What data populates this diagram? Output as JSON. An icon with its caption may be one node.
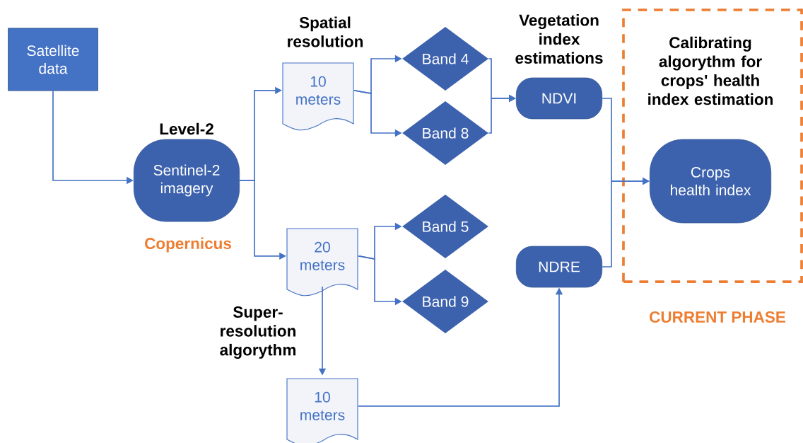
{
  "diagram": {
    "nodes": [
      {
        "text": [
          "Satellite data"
        ]
      },
      {
        "text": [
          "Sentinel-2 imagery"
        ],
        "beside": [
          "Level-2",
          "Copernicus"
        ]
      },
      {
        "text": [
          "10 meters"
        ]
      },
      {
        "text": [
          "20 meters"
        ]
      },
      {
        "text": [
          "10 meters"
        ]
      },
      {
        "text": [
          "Band 4"
        ]
      },
      {
        "text": [
          "Band 8"
        ]
      },
      {
        "text": [
          "Band 5"
        ]
      },
      {
        "text": [
          "Band 9"
        ]
      },
      {
        "text": [
          "NDVI"
        ]
      },
      {
        "text": [
          "NDRE"
        ]
      },
      {
        "text": [
          "Calibrating algorythm for crops' health index estimation"
        ],
        "beside": [
          "CURRENT PHASE"
        ]
      },
      {
        "text": [
          "Crops health index"
        ],
        "in": 11
      }
    ],
    "edges": [
      {
        "from": 0,
        "to": 1,
        "arrow": "to"
      },
      {
        "from": 1,
        "to": 2,
        "arrow": "to"
      },
      {
        "from": 1,
        "to": 3,
        "arrow": "to"
      },
      {
        "from": 2,
        "to": 5,
        "arrow": "to"
      },
      {
        "from": 2,
        "to": 6,
        "arrow": "to"
      },
      {
        "from": 3,
        "to": 7,
        "arrow": "to"
      },
      {
        "from": 3,
        "to": 8,
        "arrow": "to"
      },
      {
        "from": 3,
        "to": 4,
        "arrow": "to"
      },
      {
        "from": 5,
        "to": 9,
        "arrow": "to"
      },
      {
        "from": 6,
        "to": 9,
        "arrow": "to"
      },
      {
        "from": 4,
        "to": 10,
        "arrow": "to"
      },
      {
        "from": 9,
        "to": 12,
        "arrow": "to"
      },
      {
        "from": 10,
        "to": 12,
        "arrow": "to"
      }
    ],
    "labels": [
      "Spatial resolution",
      "Vegetation index estimations",
      "Super-resolution algorythm"
    ]
  }
}
